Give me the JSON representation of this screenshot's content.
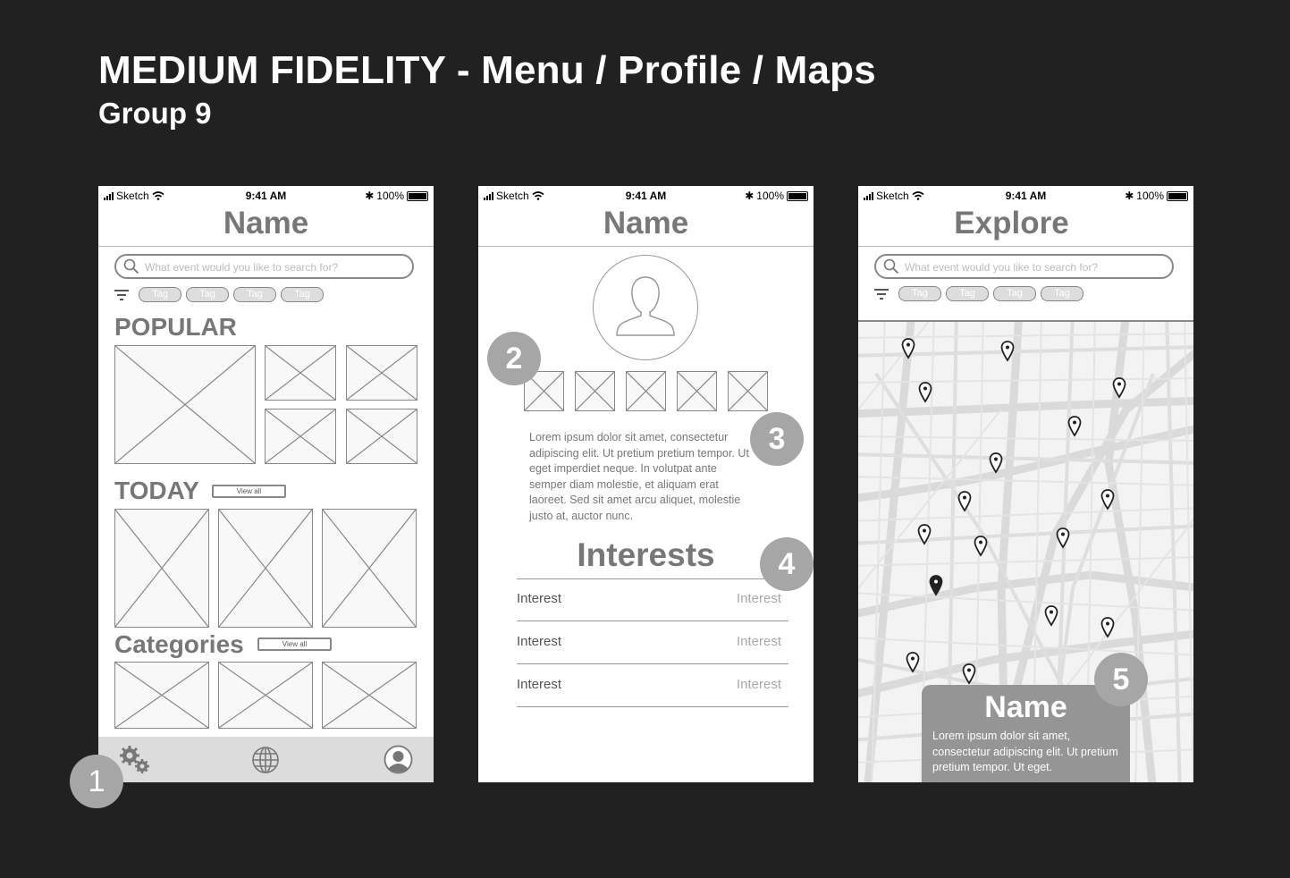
{
  "header": {
    "title": "MEDIUM FIDELITY - Menu / Profile / Maps",
    "subtitle": "Group 9"
  },
  "status_bar": {
    "carrier": "Sketch",
    "time": "9:41 AM",
    "battery": "100%"
  },
  "screen_menu": {
    "title": "Name",
    "search_placeholder": "What event would you like to search for?",
    "tags": [
      "Tag",
      "Tag",
      "Tag",
      "Tag"
    ],
    "popular_label": "POPULAR",
    "today_label": "TODAY",
    "today_view_all": "View all",
    "categories_label": "Categories",
    "categories_view_all": "View all",
    "tabbar_icons": [
      "settings-icon",
      "globe-icon",
      "profile-icon"
    ],
    "badge": "1"
  },
  "screen_profile": {
    "title": "Name",
    "badge_photos": "2",
    "badge_bio": "3",
    "badge_interests": "4",
    "bio": "Lorem ipsum dolor sit amet, consectetur adipiscing elit. Ut pretium pretium tempor. Ut eget imperdiet neque. In volutpat ante semper diam molestie, et aliquam erat laoreet. Sed sit amet arcu aliquet, molestie justo at, auctor nunc.",
    "interests_title": "Interests",
    "interests": [
      {
        "left": "Interest",
        "right": "Interest"
      },
      {
        "left": "Interest",
        "right": "Interest"
      },
      {
        "left": "Interest",
        "right": "Interest"
      }
    ]
  },
  "screen_explore": {
    "title": "Explore",
    "search_placeholder": "What event would you like to search for?",
    "tags": [
      "Tag",
      "Tag",
      "Tag",
      "Tag"
    ],
    "card_name": "Name",
    "card_text": "Lorem ipsum dolor sit amet, consectetur adipiscing elit. Ut pretium pretium tempor. Ut eget.",
    "badge": "5"
  },
  "colors": {
    "background": "#212121",
    "badge": "#a6a6a6",
    "heading_gray": "#777777"
  }
}
